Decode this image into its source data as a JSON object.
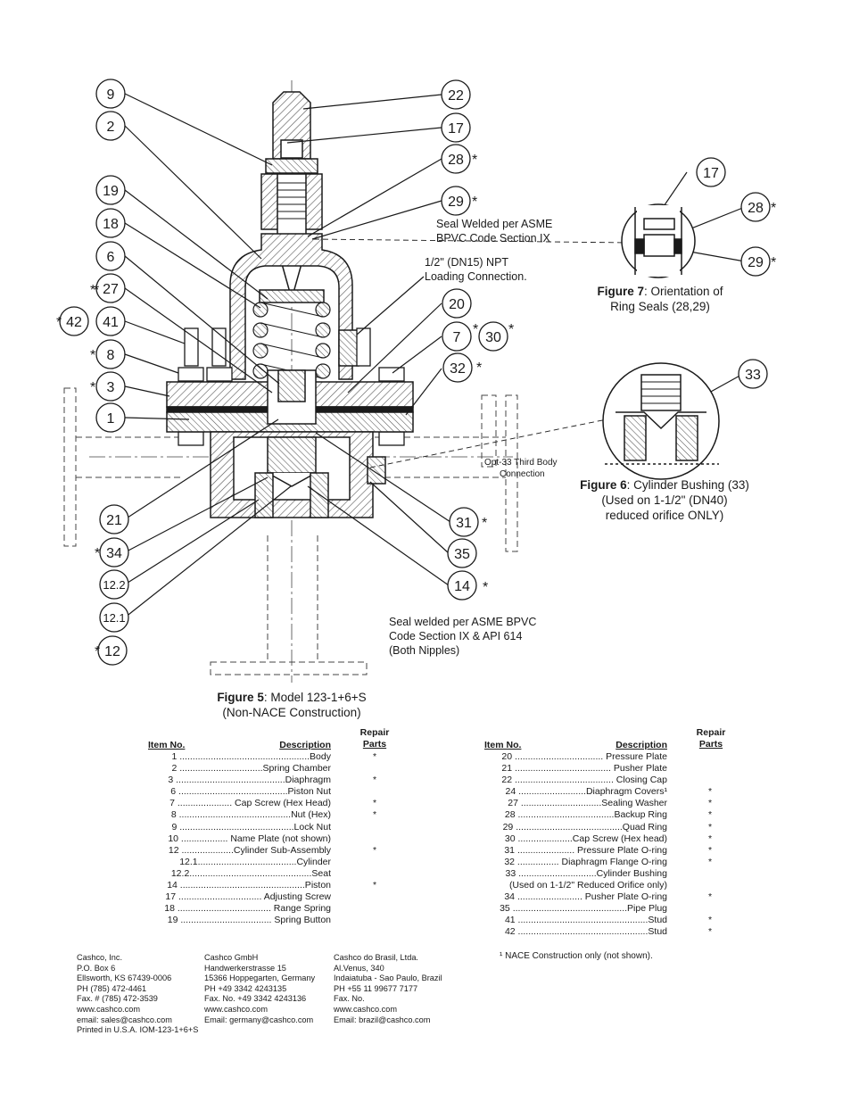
{
  "figure5": {
    "label": "Figure 5",
    "caption_line1": ": Model 123-1+6+S",
    "caption_line2": "(Non-NACE Construction)",
    "callouts": [
      "9",
      "2",
      "19",
      "18",
      "6",
      "27",
      "41",
      "42",
      "8",
      "3",
      "1",
      "21",
      "34",
      "12.2",
      "12.1",
      "12",
      "22",
      "17",
      "28",
      "29",
      "20",
      "7",
      "30",
      "32",
      "31",
      "35",
      "14"
    ],
    "notes": {
      "seal_welded_line1": "Seal Welded per ASME",
      "seal_welded_line2": "BPVC Code Section IX",
      "npt_line1": "1/2\" (DN15) NPT",
      "npt_line2": "Loading Connection.",
      "opt33_line1": "Opt-33 Third Body",
      "opt33_line2": "Connection",
      "nipples_line1": "Seal welded per ASME BPVC",
      "nipples_line2": "Code Section IX & API 614",
      "nipples_line3": "(Both Nipples)"
    }
  },
  "figure7": {
    "label": "Figure 7",
    "caption_line1": ": Orientation of",
    "caption_line2": "Ring Seals (28,29)",
    "callouts": [
      "17",
      "28",
      "29"
    ]
  },
  "figure6": {
    "label": "Figure 6",
    "caption_line1": ": Cylinder Bushing (33)",
    "caption_line2": "(Used on 1-1/2\" (DN40)",
    "caption_line3": "reduced orifice ONLY)",
    "callouts": [
      "33"
    ]
  },
  "parts_table": {
    "item_no_header": "Item No.",
    "description_header": "Description",
    "repair_header_line1": "Repair",
    "repair_header_line2": "Parts",
    "repair_mark": "*",
    "left_rows": [
      {
        "text": "1 ..................................................Body",
        "repair": true,
        "indent": 0
      },
      {
        "text": "2 ................................Spring Chamber",
        "repair": false,
        "indent": 0
      },
      {
        "text": "3 ..........................................Diaphragm",
        "repair": true,
        "indent": 0
      },
      {
        "text": "6 ..........................................Piston Nut",
        "repair": false,
        "indent": 0
      },
      {
        "text": "7 ..................... Cap Screw (Hex Head)",
        "repair": true,
        "indent": 0
      },
      {
        "text": "8 ...........................................Nut (Hex)",
        "repair": true,
        "indent": 0
      },
      {
        "text": "9 ............................................Lock Nut",
        "repair": false,
        "indent": 0
      },
      {
        "text": "10 .................. Name Plate (not shown)",
        "repair": false,
        "indent": 0
      },
      {
        "text": "12 ....................Cylinder Sub-Assembly",
        "repair": true,
        "indent": 0
      },
      {
        "text": "12.1......................................Cylinder",
        "repair": false,
        "indent": 1
      },
      {
        "text": "12.2...............................................Seat",
        "repair": false,
        "indent": 1
      },
      {
        "text": "14 ................................................Piston",
        "repair": true,
        "indent": 0
      },
      {
        "text": "17 ................................ Adjusting Screw",
        "repair": false,
        "indent": 0
      },
      {
        "text": "18 .................................... Range Spring",
        "repair": false,
        "indent": 0
      },
      {
        "text": "19 ................................... Spring Button",
        "repair": false,
        "indent": 0
      }
    ],
    "right_rows": [
      {
        "text": "20 .................................. Pressure Plate",
        "repair": false
      },
      {
        "text": "21 ..................................... Pusher Plate",
        "repair": false
      },
      {
        "text": "22 ...................................... Closing Cap",
        "repair": false
      },
      {
        "text": "24 ..........................Diaphragm Covers¹",
        "repair": true
      },
      {
        "text": "27 ...............................Sealing Washer",
        "repair": true
      },
      {
        "text": "28 .....................................Backup Ring",
        "repair": true
      },
      {
        "text": "29 .........................................Quad Ring",
        "repair": true
      },
      {
        "text": "30 .....................Cap Screw (Hex head)",
        "repair": true
      },
      {
        "text": "31 ...................... Pressure Plate O-ring",
        "repair": true
      },
      {
        "text": "32 ................ Diaphragm Flange O-ring",
        "repair": true
      },
      {
        "text": "33 ..............................Cylinder Bushing",
        "repair": false
      },
      {
        "text": "(Used on 1-1/2\" Reduced Orifice only)",
        "repair": false
      },
      {
        "text": "34 ......................... Pusher Plate O-ring",
        "repair": true
      },
      {
        "text": "35 ............................................Pipe Plug",
        "repair": false
      },
      {
        "text": "41 ..................................................Stud",
        "repair": true
      },
      {
        "text": "42 ..................................................Stud",
        "repair": true
      }
    ],
    "footnote": "¹ NACE Construction only (not shown)."
  },
  "footer": {
    "usa": [
      "Cashco, Inc.",
      "P.O.  Box 6",
      "Ellsworth, KS 67439-0006",
      "PH (785) 472-4461",
      "Fax. # (785) 472-3539",
      "www.cashco.com",
      "email:       sales@cashco.com",
      "Printed in U.S.A. IOM-123-1+6+S"
    ],
    "germany": [
      "Cashco GmbH",
      "Handwerkerstrasse 15",
      "15366 Hoppegarten, Germany",
      "PH +49 3342 4243135",
      "Fax. No. +49 3342 4243136",
      "www.cashco.com",
      "Email:  germany@cashco.com"
    ],
    "brazil": [
      "Cashco do Brasil, Ltda.",
      "Al.Venus, 340",
      "Indaiatuba - Sao Paulo, Brazil",
      "PH +55 11 99677 7177",
      "Fax. No.",
      "www.cashco.com",
      "Email:  brazil@cashco.com"
    ]
  }
}
